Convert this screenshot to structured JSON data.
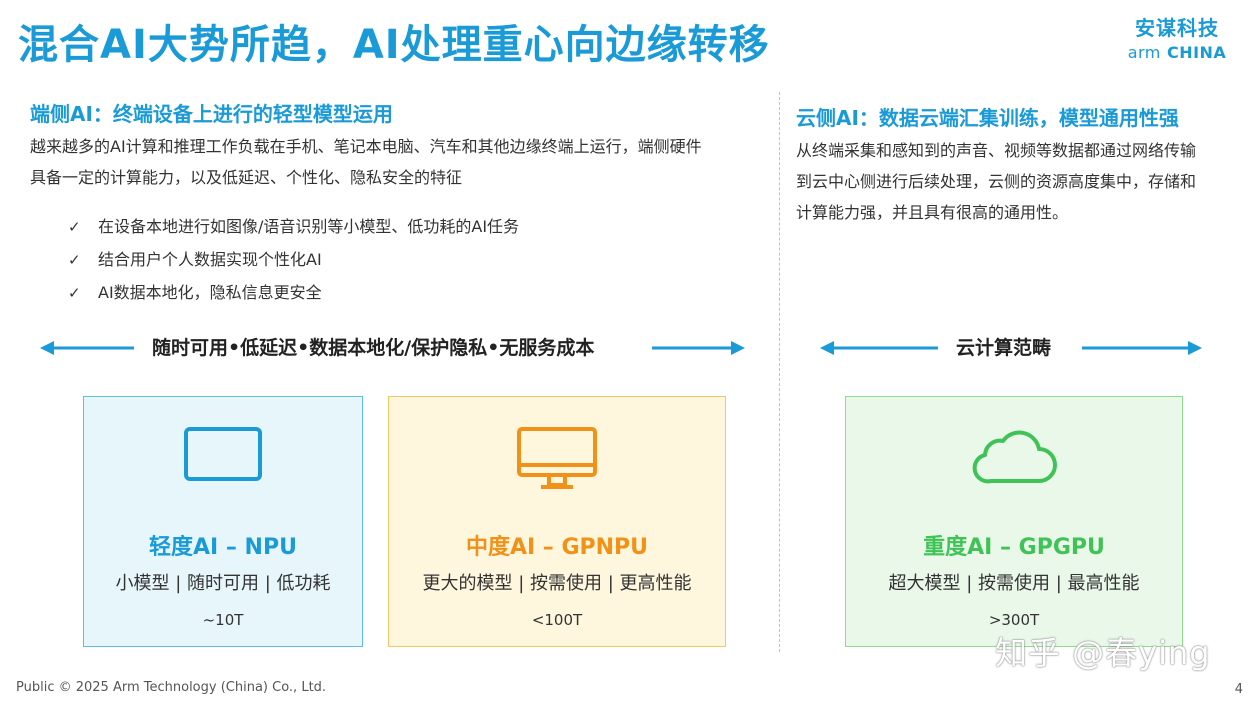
{
  "title": "混合AI大势所趋，AI处理重心向边缘转移",
  "logo": {
    "cn": "安谋科技",
    "en_arm": "arm",
    "en_china": "CHINA"
  },
  "left": {
    "heading": "端侧AI：终端设备上进行的轻型模型运用",
    "paragraph_lines": [
      "越来越多的AI计算和推理工作负载在手机、笔记本电脑、汽车和其他边缘终端上运行，端侧硬件",
      "具备一定的计算能力，以及低延迟、个性化、隐私安全的特征"
    ],
    "checks": [
      "在设备本地进行如图像/语音识别等小模型、低功耗的AI任务",
      "结合用户个人数据实现个性化AI",
      "AI数据本地化，隐私信息更安全"
    ],
    "check_mark": "✓",
    "arrow_label": "随时可用•低延迟•数据本地化/保护隐私•无服务成本"
  },
  "right": {
    "heading": "云侧AI：数据云端汇集训练，模型通用性强",
    "paragraph_lines": [
      "从终端采集和感知到的声音、视频等数据都通过网络传输",
      "到云中心侧进行后续处理，云侧的资源高度集中，存储和",
      "计算能力强，并且具有很高的通用性。"
    ],
    "arrow_label": "云计算范畴"
  },
  "cards": [
    {
      "name": "轻度AI – NPU",
      "desc": "小模型 | 随时可用 | 低功耗",
      "perf": "~10T",
      "icon": "tablet-icon",
      "color": "#1a9ad6"
    },
    {
      "name": "中度AI – GPNPU",
      "desc": "更大的模型 | 按需使用 | 更高性能",
      "perf": "<100T",
      "icon": "monitor-icon",
      "color": "#f29118"
    },
    {
      "name": "重度AI – GPGPU",
      "desc": "超大模型 | 按需使用 | 最高性能",
      "perf": ">300T",
      "icon": "cloud-icon",
      "color": "#3fc256"
    }
  ],
  "arrow_color": "#1a9ad6",
  "footer": "Public © 2025 Arm Technology (China) Co., Ltd.",
  "page_number": "4",
  "watermark": "知乎 @春ying"
}
